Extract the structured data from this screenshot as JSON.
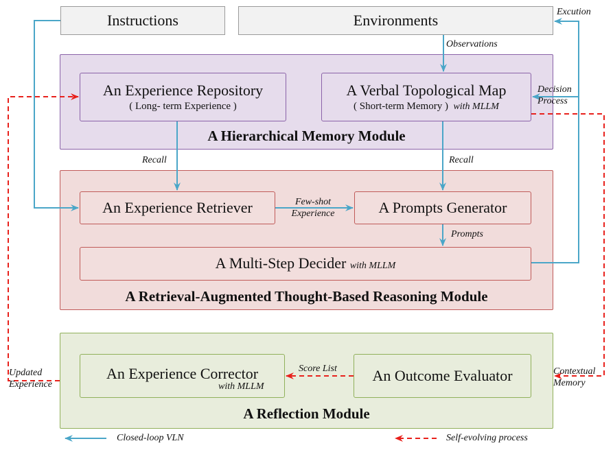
{
  "top": {
    "instructions": "Instructions",
    "environments": "Environments"
  },
  "memory": {
    "title": "A Hierarchical Memory Module",
    "repo_title": "An Experience Repository",
    "repo_sub": "( Long- term Experience )",
    "map_title": "A Verbal Topological Map",
    "map_sub": "( Short-term Memory )",
    "map_tag": "with MLLM"
  },
  "reasoning": {
    "title": "A Retrieval-Augmented Thought-Based Reasoning Module",
    "retriever": "An Experience Retriever",
    "generator": "A Prompts Generator",
    "decider": "A Multi-Step Decider",
    "decider_tag": "with MLLM"
  },
  "reflection": {
    "title": "A Reflection Module",
    "corrector": "An Experience Corrector",
    "corrector_tag": "with MLLM",
    "evaluator": "An Outcome Evaluator"
  },
  "labels": {
    "observations": "Observations",
    "excution": "Excution",
    "decision_1": "Decision",
    "decision_2": "Process",
    "recall_left": "Recall",
    "recall_right": "Recall",
    "fewshot_1": "Few-shot",
    "fewshot_2": "Experience",
    "prompts": "Prompts",
    "score_list": "Score List",
    "updated_1": "Updated",
    "updated_2": "Experience",
    "contextual_1": "Contextual",
    "contextual_2": "Memory"
  },
  "legend": {
    "closed_loop": "Closed-loop VLN",
    "self_evolving": "Self-evolving process"
  },
  "colors": {
    "blue_arrow": "#4aa6c8",
    "red_arrow": "#e8201b"
  }
}
